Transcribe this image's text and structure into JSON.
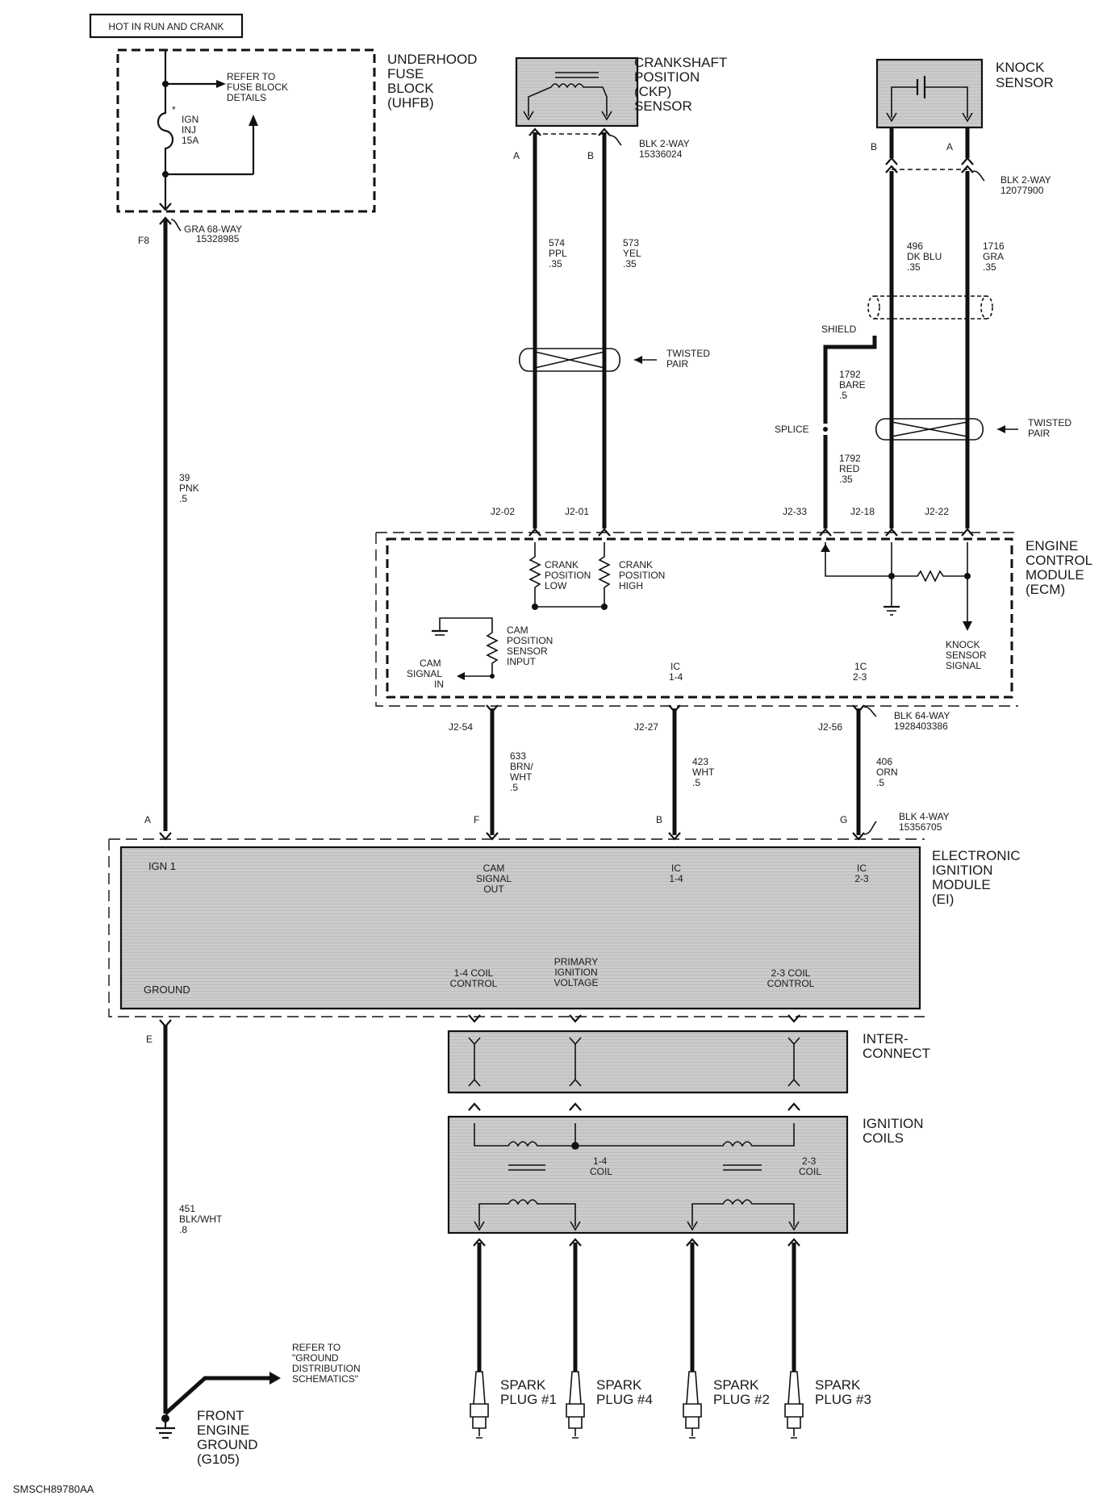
{
  "colors": {
    "module_fill": "#c9c9c9",
    "wire": "#111111",
    "background": "#ffffff"
  },
  "header": {
    "power_label": "HOT IN RUN AND CRANK"
  },
  "uhfb": {
    "title": [
      "UNDERHOOD",
      "FUSE",
      "BLOCK",
      "(UHFB)"
    ],
    "refer": [
      "REFER TO",
      "FUSE BLOCK",
      "DETAILS"
    ],
    "fuse_mark": "*",
    "fuse": [
      "IGN",
      "INJ",
      "15A"
    ],
    "connector": [
      "GRA 68-WAY",
      "15328985"
    ],
    "pin": "F8"
  },
  "wire_39": [
    "39",
    "PNK",
    ".5"
  ],
  "ckp": {
    "title": [
      "CRANKSHAFT",
      "POSITION",
      "(CKP)",
      "SENSOR"
    ],
    "pin_a": "A",
    "pin_b": "B",
    "connector": [
      "BLK 2-WAY",
      "15336024"
    ],
    "wire_574": [
      "574",
      "PPL",
      ".35"
    ],
    "wire_573": [
      "573",
      "YEL",
      ".35"
    ],
    "twisted": [
      "TWISTED",
      "PAIR"
    ]
  },
  "knock": {
    "title": [
      "KNOCK",
      "SENSOR"
    ],
    "pin_b": "B",
    "pin_a": "A",
    "connector": [
      "BLK 2-WAY",
      "12077900"
    ],
    "wire_496": [
      "496",
      "DK BLU",
      ".35"
    ],
    "wire_1716": [
      "1716",
      "GRA",
      ".35"
    ],
    "shield": "SHIELD",
    "wire_1792_bare": [
      "1792",
      "BARE",
      ".5"
    ],
    "splice": "SPLICE",
    "wire_1792_red": [
      "1792",
      "RED",
      ".35"
    ],
    "twisted": [
      "TWISTED",
      "PAIR"
    ]
  },
  "ecm": {
    "title": [
      "ENGINE",
      "CONTROL",
      "MODULE",
      "(ECM)"
    ],
    "pins_top": [
      "J2-02",
      "J2-01",
      "J2-33",
      "J2-18",
      "J2-22"
    ],
    "crank_low": [
      "CRANK",
      "POSITION",
      "LOW"
    ],
    "crank_high": [
      "CRANK",
      "POSITION",
      "HIGH"
    ],
    "cam_input": [
      "CAM",
      "POSITION",
      "SENSOR",
      "INPUT"
    ],
    "cam_signal_in": [
      "CAM",
      "SIGNAL",
      "IN"
    ],
    "ic14": [
      "IC",
      "1-4"
    ],
    "ic23": [
      "1C",
      "2-3"
    ],
    "knock_signal": [
      "KNOCK",
      "SENSOR",
      "SIGNAL"
    ],
    "pins_bottom": [
      "J2-54",
      "J2-27",
      "J2-56"
    ],
    "connector": [
      "BLK 64-WAY",
      "1928403386"
    ]
  },
  "wires_mid": {
    "w633": [
      "633",
      "BRN/",
      "WHT",
      ".5"
    ],
    "w423": [
      "423",
      "WHT",
      ".5"
    ],
    "w406": [
      "406",
      "ORN",
      ".5"
    ]
  },
  "ei": {
    "pins_top": [
      "A",
      "F",
      "B",
      "G"
    ],
    "connector": [
      "BLK 4-WAY",
      "15356705"
    ],
    "title": [
      "ELECTRONIC",
      "IGNITION",
      "MODULE",
      "(EI)"
    ],
    "ign1": "IGN 1",
    "cam_out": [
      "CAM",
      "SIGNAL",
      "OUT"
    ],
    "ic14": [
      "IC",
      "1-4"
    ],
    "ic23": [
      "IC",
      "2-3"
    ],
    "ground": "GROUND",
    "coil14": [
      "1-4 COIL",
      "CONTROL"
    ],
    "primary": [
      "PRIMARY",
      "IGNITION",
      "VOLTAGE"
    ],
    "coil23": [
      "2-3 COIL",
      "CONTROL"
    ],
    "pin_e": "E"
  },
  "interconnect": {
    "title": [
      "INTER-",
      "CONNECT"
    ]
  },
  "coils": {
    "title": [
      "IGNITION",
      "COILS"
    ],
    "coil14": [
      "1-4",
      "COIL"
    ],
    "coil23": [
      "2-3",
      "COIL"
    ]
  },
  "ground": {
    "wire_451": [
      "451",
      "BLK/WHT",
      ".8"
    ],
    "refer": [
      "REFER TO",
      "\"GROUND",
      "DISTRIBUTION",
      "SCHEMATICS\""
    ],
    "title": [
      "FRONT",
      "ENGINE",
      "GROUND",
      "(G105)"
    ]
  },
  "plugs": [
    [
      "SPARK",
      "PLUG #1"
    ],
    [
      "SPARK",
      "PLUG #4"
    ],
    [
      "SPARK",
      "PLUG #2"
    ],
    [
      "SPARK",
      "PLUG #3"
    ]
  ],
  "footer": {
    "code": "SMSCH89780AA"
  }
}
